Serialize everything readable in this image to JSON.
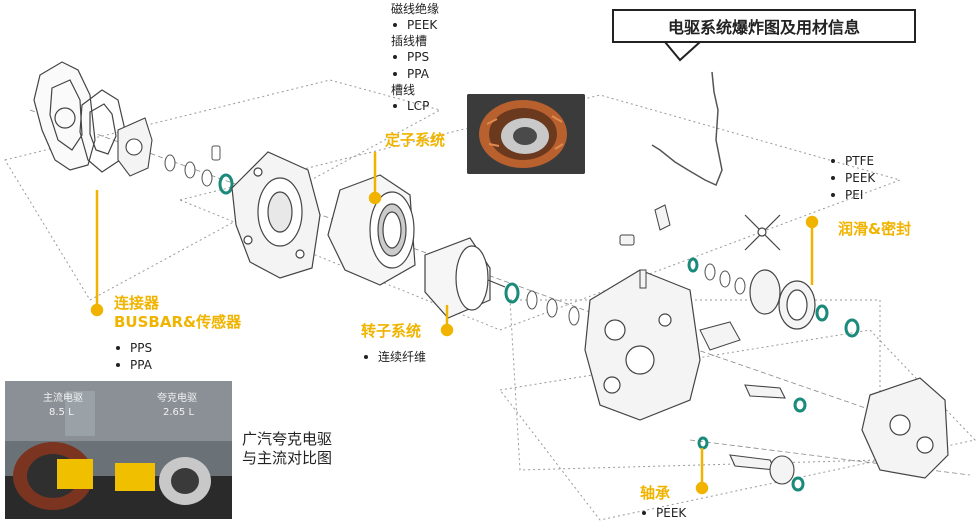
{
  "title": "电驱系统爆炸图及用材信息",
  "labels": {
    "stator_top": {
      "groups": [
        {
          "header": "磁线绝缘",
          "items": [
            "PEEK"
          ]
        },
        {
          "header": "插线槽",
          "items": [
            "PPS",
            "PPA"
          ]
        },
        {
          "header": "槽线",
          "items": [
            "LCP"
          ]
        }
      ]
    },
    "stator": {
      "label": "定子系统"
    },
    "connector": {
      "label_line1": "连接器",
      "label_line2": "BUSBAR&传感器",
      "items": [
        "PPS",
        "PPA"
      ]
    },
    "rotor": {
      "label": "转子系统",
      "items": [
        "连续纤维"
      ]
    },
    "lubrication": {
      "label": "润滑&密封",
      "items": [
        "PTFE",
        "PEEK",
        "PEI"
      ]
    },
    "bearing": {
      "label": "轴承",
      "items": [
        "PEEK"
      ]
    }
  },
  "photo_compare": {
    "caption_line1": "广汽夸克电驱",
    "caption_line2": "与主流对比图",
    "left_overlay_1": "主流电驱",
    "left_overlay_2": "8.5 L",
    "right_overlay_1": "夸克电驱",
    "right_overlay_2": "2.65 L"
  },
  "colors": {
    "accent": "#f0b400",
    "seal": "#1a8a7a",
    "line": "#333333"
  }
}
